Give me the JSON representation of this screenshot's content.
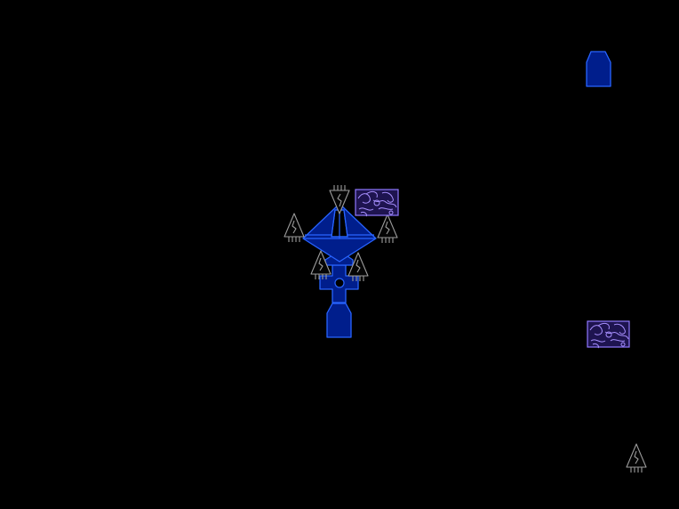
{
  "screen": {
    "background_color": "#000000"
  },
  "colors": {
    "ship_fill": "#001e8c",
    "ship_stroke": "#2864ff",
    "dark_fill": "#000000",
    "drone_stroke": "#9c9c9c",
    "drone_fill": "#050505",
    "crate_fill": "#1e1450",
    "crate_stroke": "#9078ff",
    "crate_pattern": "#a890ff"
  },
  "entities": {
    "player_ship": {
      "icon": "blue-wireframe-ship-icon"
    },
    "escort_drones": {
      "icon": "grey-wireframe-drone-icon",
      "count": 6
    },
    "pods": {
      "icon": "blue-hexagon-pod-icon",
      "count": 2
    },
    "supply_crates": {
      "icon": "purple-camo-crate-icon",
      "count": 2
    }
  }
}
